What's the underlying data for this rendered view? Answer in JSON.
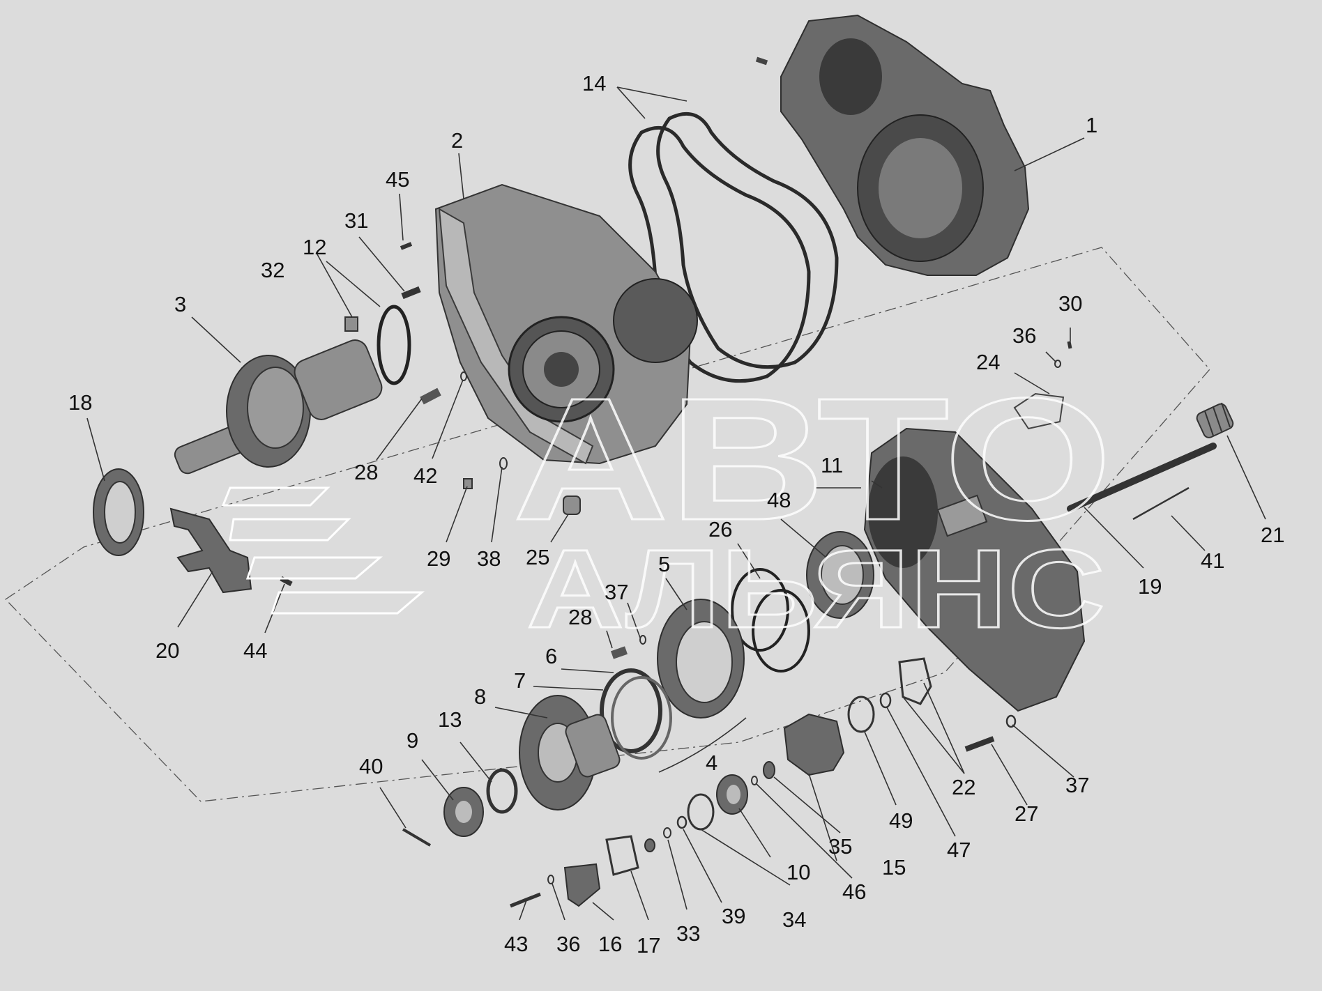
{
  "watermark": {
    "line1": "АВТО",
    "line2": "АЛЬЯНС"
  },
  "callouts": [
    "1",
    "2",
    "3",
    "4",
    "5",
    "6",
    "7",
    "8",
    "9",
    "10",
    "11",
    "12",
    "13",
    "14",
    "15",
    "16",
    "17",
    "18",
    "19",
    "20",
    "21",
    "22",
    "24",
    "25",
    "26",
    "27",
    "28",
    "28",
    "29",
    "30",
    "31",
    "32",
    "33",
    "34",
    "35",
    "36",
    "36",
    "37",
    "37",
    "38",
    "39",
    "40",
    "41",
    "42",
    "43",
    "44",
    "45",
    "46",
    "47",
    "48",
    "49"
  ],
  "colors": {
    "background": "#dcdcdc",
    "part": "#7a7a7a",
    "outline": "#2e2e2e",
    "text": "#111111"
  }
}
